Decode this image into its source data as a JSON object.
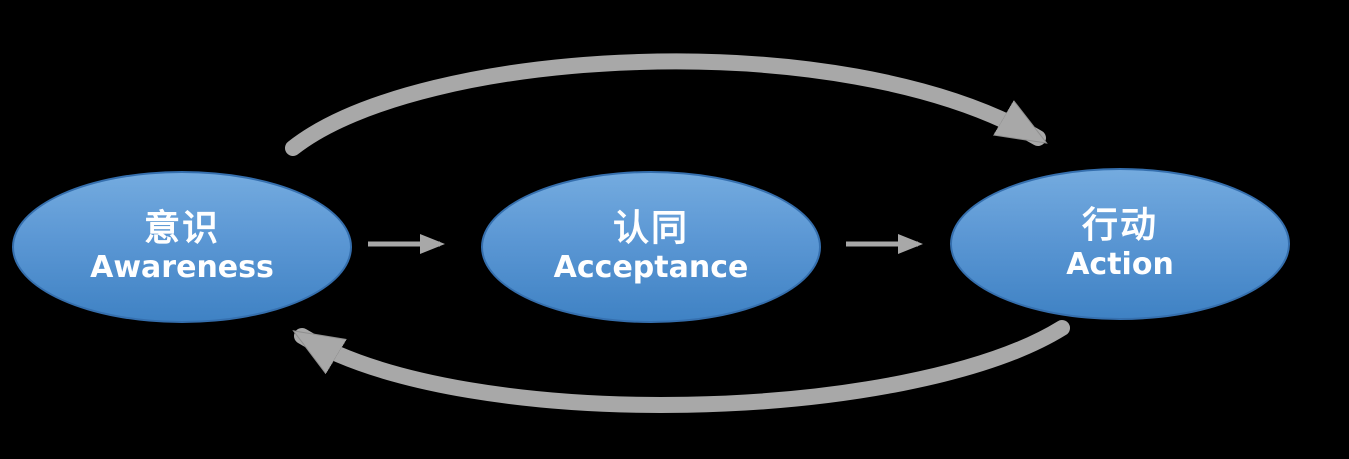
{
  "diagram": {
    "nodes": [
      {
        "zh": "意识",
        "en": "Awareness"
      },
      {
        "zh": "认同",
        "en": "Acceptance"
      },
      {
        "zh": "行动",
        "en": "Action"
      }
    ],
    "colors": {
      "background": "#000000",
      "ellipse_top": "#74abdf",
      "ellipse_bottom": "#3f82c4",
      "ellipse_border": "#356fae",
      "arrow_gray": "#a8a8a8",
      "text": "#ffffff"
    }
  }
}
